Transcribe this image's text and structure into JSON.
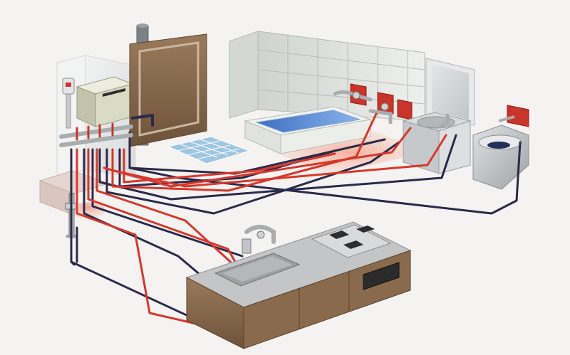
{
  "diagram": {
    "title": "",
    "labels": []
  },
  "colors": {
    "hot_pipe": "#d8372c",
    "cold_pipe": "#2a2a4a",
    "background": "#f4f3f1",
    "wood_panel": "#8a6a4c",
    "counter_top": "#c3c5c6",
    "tile_wall": "#e3e6e2",
    "water_blue": "#5d8fd6",
    "floor_tile": "#9ec6e0",
    "heater_box": "#d7d8c2",
    "valve_plate": "#c9342b",
    "floor_heating_glow": "#f3b8a6"
  },
  "components": [
    {
      "name": "water-heater-unit"
    },
    {
      "name": "manifold-header"
    },
    {
      "name": "flue-chimney"
    },
    {
      "name": "door-panel"
    },
    {
      "name": "floor-tile-mat"
    },
    {
      "name": "bathtub"
    },
    {
      "name": "bath-faucets"
    },
    {
      "name": "washbasin-vanity"
    },
    {
      "name": "mirror"
    },
    {
      "name": "toilet"
    },
    {
      "name": "kitchen-counter"
    },
    {
      "name": "kitchen-sink-faucet"
    },
    {
      "name": "gas-cooktop"
    },
    {
      "name": "outdoor-tap"
    },
    {
      "name": "heated-floor-panel"
    }
  ]
}
